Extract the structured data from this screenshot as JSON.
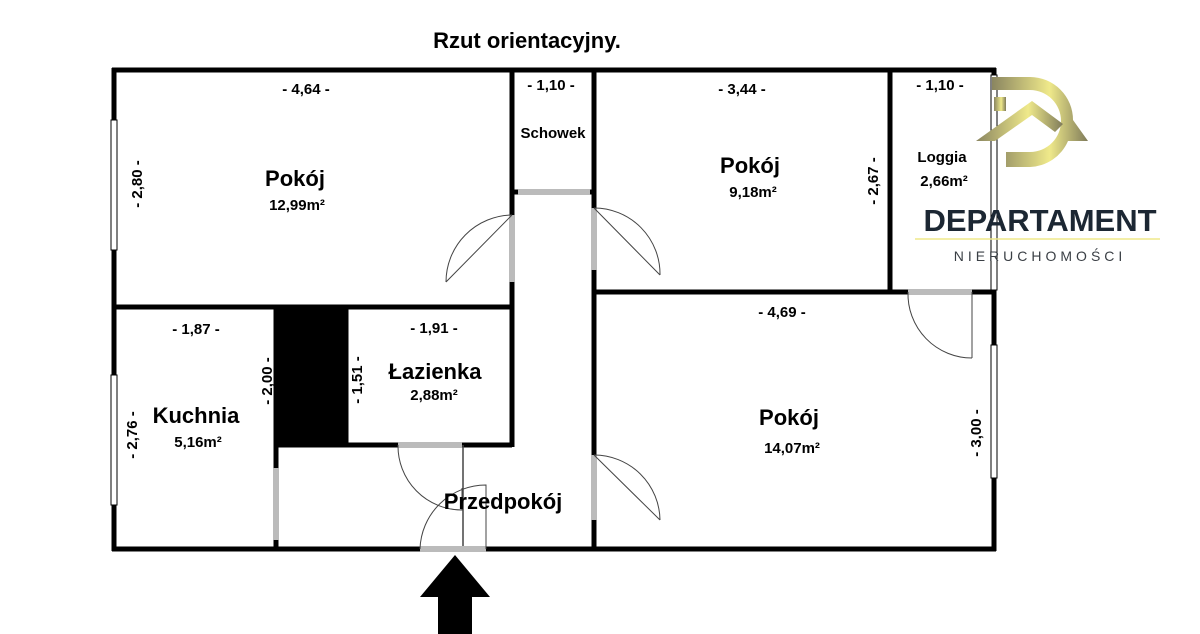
{
  "title": "Rzut orientacyjny.",
  "rooms": [
    {
      "name": "Pokój",
      "area": "12,99m²",
      "width": "- 4,64 -",
      "height": "- 2,80 -"
    },
    {
      "name": "Schowek",
      "width": "- 1,10 -"
    },
    {
      "name": "Pokój",
      "area": "9,18m²",
      "width": "- 3,44 -",
      "height": "- 2,67 -"
    },
    {
      "name": "Loggia",
      "area": "2,66m²",
      "width": "- 1,10 -"
    },
    {
      "name": "Kuchnia",
      "area": "5,16m²",
      "width": "- 1,87 -",
      "height": "- 2,76 -",
      "height2": "- 2,00 -"
    },
    {
      "name": "Łazienka",
      "area": "2,88m²",
      "width": "- 1,91 -",
      "height": "- 1,51 -"
    },
    {
      "name": "Pokój",
      "area": "14,07m²",
      "width": "- 4,69 -",
      "height": "- 3,00 -"
    },
    {
      "name": "Przedpokój"
    }
  ],
  "logo": {
    "brand": "DEPARTAMENT",
    "tagline": "NIERUCHOMOŚCI",
    "gold": "#d8cf6a",
    "navy": "#1c2733"
  },
  "entrance_icon": "arrow-up-icon"
}
